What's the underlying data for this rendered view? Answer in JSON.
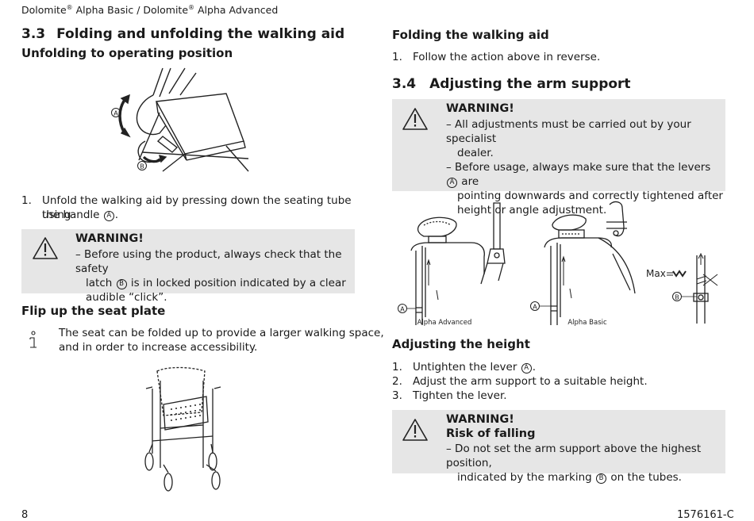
{
  "header": {
    "brand1": "Dolomite",
    "product1": " Alpha Basic / ",
    "brand2": "Dolomite",
    "product2": " Alpha Advanced",
    "reg": "®"
  },
  "footer": {
    "page": "8",
    "docnum": "1576161-C"
  },
  "markers": {
    "a": "A",
    "b": "B"
  },
  "left": {
    "s33": {
      "num": "3.3",
      "title": "Folding and unfolding the walking aid"
    },
    "unfold_title": "Unfolding to operating position",
    "step1_num": "1.",
    "step1_a": "Unfold the walking aid by pressing down the seating tube using",
    "step1_b_pre": "the handle",
    "step1_b_post": ".",
    "warn1": {
      "title": "WARNING!",
      "dash": "–",
      "l1": "Before using the product, always check that the safety",
      "l2_pre": "latch",
      "l2_post": "is in locked position indicated by a clear",
      "l3": "audible “click”."
    },
    "flip_title": "Flip up the seat plate",
    "info_a": "The seat can be folded up to provide a larger walking space,",
    "info_b": "and in order to increase accessibility."
  },
  "right": {
    "fold_title": "Folding the walking aid",
    "fold_num": "1.",
    "fold_step": "Follow the action above in reverse.",
    "s34": {
      "num": "3.4",
      "title": "Adjusting the arm support"
    },
    "warn2": {
      "title": "WARNING!",
      "dash1": "–",
      "l1a": "All adjustments must be carried out by your specialist",
      "l1b": "dealer.",
      "dash2": "–",
      "l2a_pre": "Before usage, always make sure that the levers",
      "l2a_post": "are",
      "l2b": "pointing downwards and correctly tightened after",
      "l2c": "height or angle adjustment."
    },
    "fig": {
      "cap_adv": "Alpha Advanced",
      "cap_basic": "Alpha Basic",
      "max": "Max"
    },
    "height_title": "Adjusting the height",
    "steps": [
      {
        "num": "1.",
        "pre": "Untighten the lever",
        "post": "."
      },
      {
        "num": "2.",
        "text": "Adjust the arm support to a suitable height."
      },
      {
        "num": "3.",
        "text": "Tighten the lever."
      }
    ],
    "warn3": {
      "title": "WARNING!",
      "subtitle": "Risk of falling",
      "dash": "–",
      "l1": "Do not set the arm support above the highest position,",
      "l2_pre": "indicated by the marking",
      "l2_post": "on the tubes."
    }
  }
}
